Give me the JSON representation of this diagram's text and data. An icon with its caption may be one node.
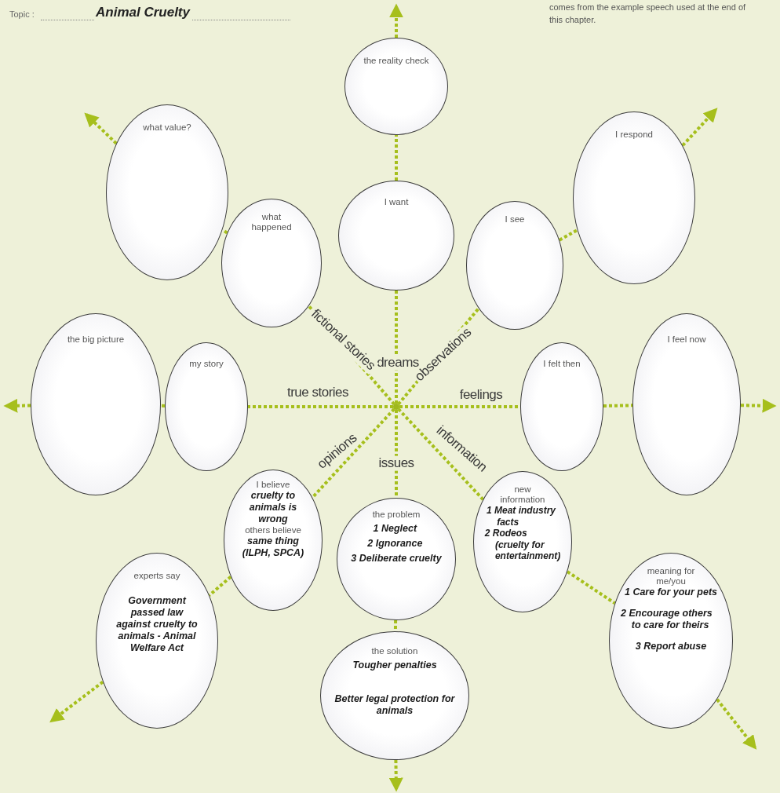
{
  "diagram": {
    "title": "Animal Cruelty",
    "nodes": [
      {
        "text": [
          "the reality check"
        ]
      },
      {
        "text": [
          "what value?"
        ]
      },
      {
        "text": [
          "I respond"
        ]
      },
      {
        "text": [
          "I want"
        ]
      },
      {
        "text": [
          "what happened"
        ]
      },
      {
        "text": [
          "I see"
        ]
      },
      {
        "text": [
          "the big picture"
        ]
      },
      {
        "text": [
          "my story"
        ]
      },
      {
        "text": [
          "I felt then"
        ]
      },
      {
        "text": [
          "I feel now"
        ]
      },
      {
        "text": [],
        "shape": "circle"
      },
      {
        "text": [
          "I believe",
          "cruelty to animals is wrong",
          "others believe",
          "same thing (ILPH, SPCA)"
        ]
      },
      {
        "text": [
          "the problem",
          "1 Neglect",
          "2 Ignorance",
          "3 Deliberate cruelty"
        ]
      },
      {
        "text": [
          "new information",
          "1 Meat industry facts",
          "2 Rodeos (cruelty for entertainment)"
        ]
      },
      {
        "text": [
          "experts say",
          "Government passed law against cruelty to animals - Animal Welfare Act"
        ]
      },
      {
        "text": [
          "meaning for me/you",
          "1 Care for your pets",
          "2 Encourage others to care for theirs",
          "3 Report abuse"
        ]
      },
      {
        "text": [
          "the solution",
          "Tougher penalties",
          "Better legal protection for animals"
        ]
      }
    ],
    "edges": [
      {
        "from": 10,
        "to": 3,
        "arrow": "none",
        "label": "dreams"
      },
      {
        "from": 3,
        "to": 0,
        "arrow": "none"
      },
      {
        "from": 0,
        "to": null,
        "arrow": "to"
      },
      {
        "from": 10,
        "to": 5,
        "arrow": "none",
        "label": "observations"
      },
      {
        "from": 5,
        "to": 2,
        "arrow": "none"
      },
      {
        "from": 2,
        "to": null,
        "arrow": "to"
      },
      {
        "from": 10,
        "to": 8,
        "arrow": "none",
        "label": "feelings"
      },
      {
        "from": 8,
        "to": 9,
        "arrow": "none"
      },
      {
        "from": 9,
        "to": null,
        "arrow": "to"
      },
      {
        "from": 10,
        "to": 13,
        "arrow": "none",
        "label": "information"
      },
      {
        "from": 13,
        "to": 15,
        "arrow": "none"
      },
      {
        "from": 15,
        "to": null,
        "arrow": "to"
      },
      {
        "from": 10,
        "to": 12,
        "arrow": "none",
        "label": "issues"
      },
      {
        "from": 12,
        "to": 16,
        "arrow": "none"
      },
      {
        "from": 16,
        "to": null,
        "arrow": "to"
      },
      {
        "from": 10,
        "to": 11,
        "arrow": "none",
        "label": "opinions"
      },
      {
        "from": 11,
        "to": 14,
        "arrow": "none"
      },
      {
        "from": 14,
        "to": null,
        "arrow": "to"
      },
      {
        "from": 10,
        "to": 7,
        "arrow": "none",
        "label": "true stories"
      },
      {
        "from": 7,
        "to": 6,
        "arrow": "none"
      },
      {
        "from": 6,
        "to": null,
        "arrow": "to"
      },
      {
        "from": 10,
        "to": 4,
        "arrow": "none",
        "label": "fictional stories"
      },
      {
        "from": 4,
        "to": 1,
        "arrow": "none"
      },
      {
        "from": 1,
        "to": null,
        "arrow": "to"
      }
    ],
    "labels": [
      "Topic :",
      "comes from the example speech used at the end of this chapter."
    ]
  }
}
